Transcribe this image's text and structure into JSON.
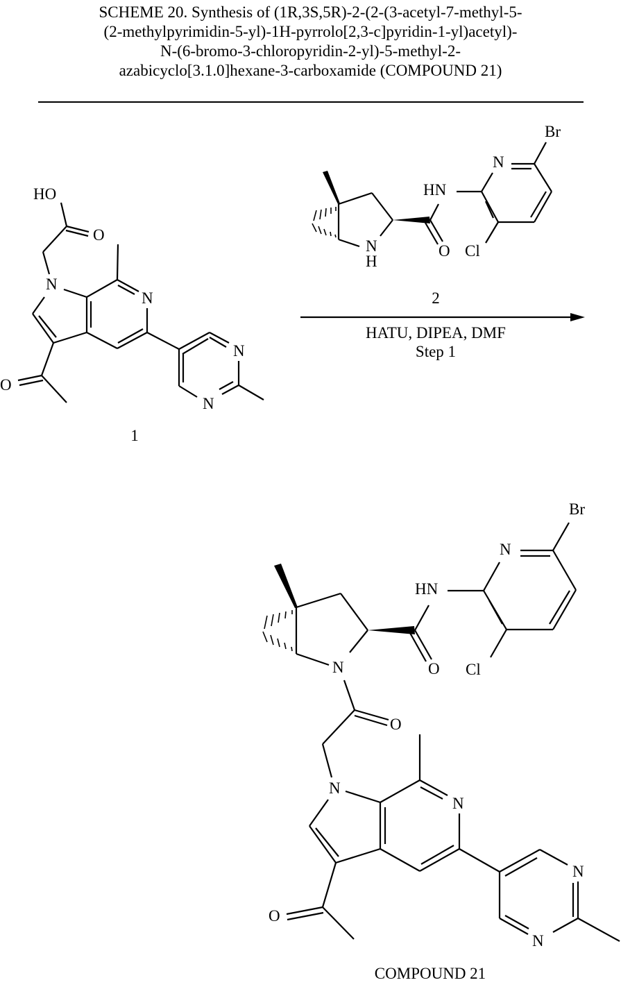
{
  "scheme": {
    "title_lines": [
      "SCHEME 20. Synthesis of (1R,3S,5R)-2-(2-(3-acetyl-7-methyl-5-",
      "(2-methylpyrimidin-5-yl)-1H-pyrrolo[2,3-c]pyridin-1-yl)acetyl)-",
      "N-(6-bromo-3-chloropyridin-2-yl)-5-methyl-2-",
      "azabicyclo[3.1.0]hexane-3-carboxamide (COMPOUND 21)"
    ]
  },
  "compound1": {
    "label": "1",
    "atoms": {
      "HO": "HO",
      "O_acid": "O",
      "N_pyrrole": "N",
      "N_pyridine": "N",
      "N_pym_top": "N",
      "N_pym_bottom": "N",
      "O_acetyl": "O"
    }
  },
  "reaction": {
    "reagent_above": "2",
    "conditions": "HATU, DIPEA, DMF",
    "step": "Step 1",
    "arrow_icon": "right-arrow-icon"
  },
  "compound2": {
    "atoms": {
      "HN": "HN",
      "N_ring": "N",
      "H_ring": "H",
      "O_amide": "O",
      "N_pyr": "N",
      "Br": "Br",
      "Cl": "Cl"
    }
  },
  "product": {
    "label": "COMPOUND 21",
    "atoms": {
      "HN": "HN",
      "N_ring": "N",
      "O_amide": "O",
      "N_pyr": "N",
      "Br": "Br",
      "Cl": "Cl",
      "O_acyl": "O",
      "N_pyrrole": "N",
      "N_pyridine": "N",
      "N_pym_top": "N",
      "N_pym_bottom": "N",
      "O_acetyl": "O"
    }
  }
}
